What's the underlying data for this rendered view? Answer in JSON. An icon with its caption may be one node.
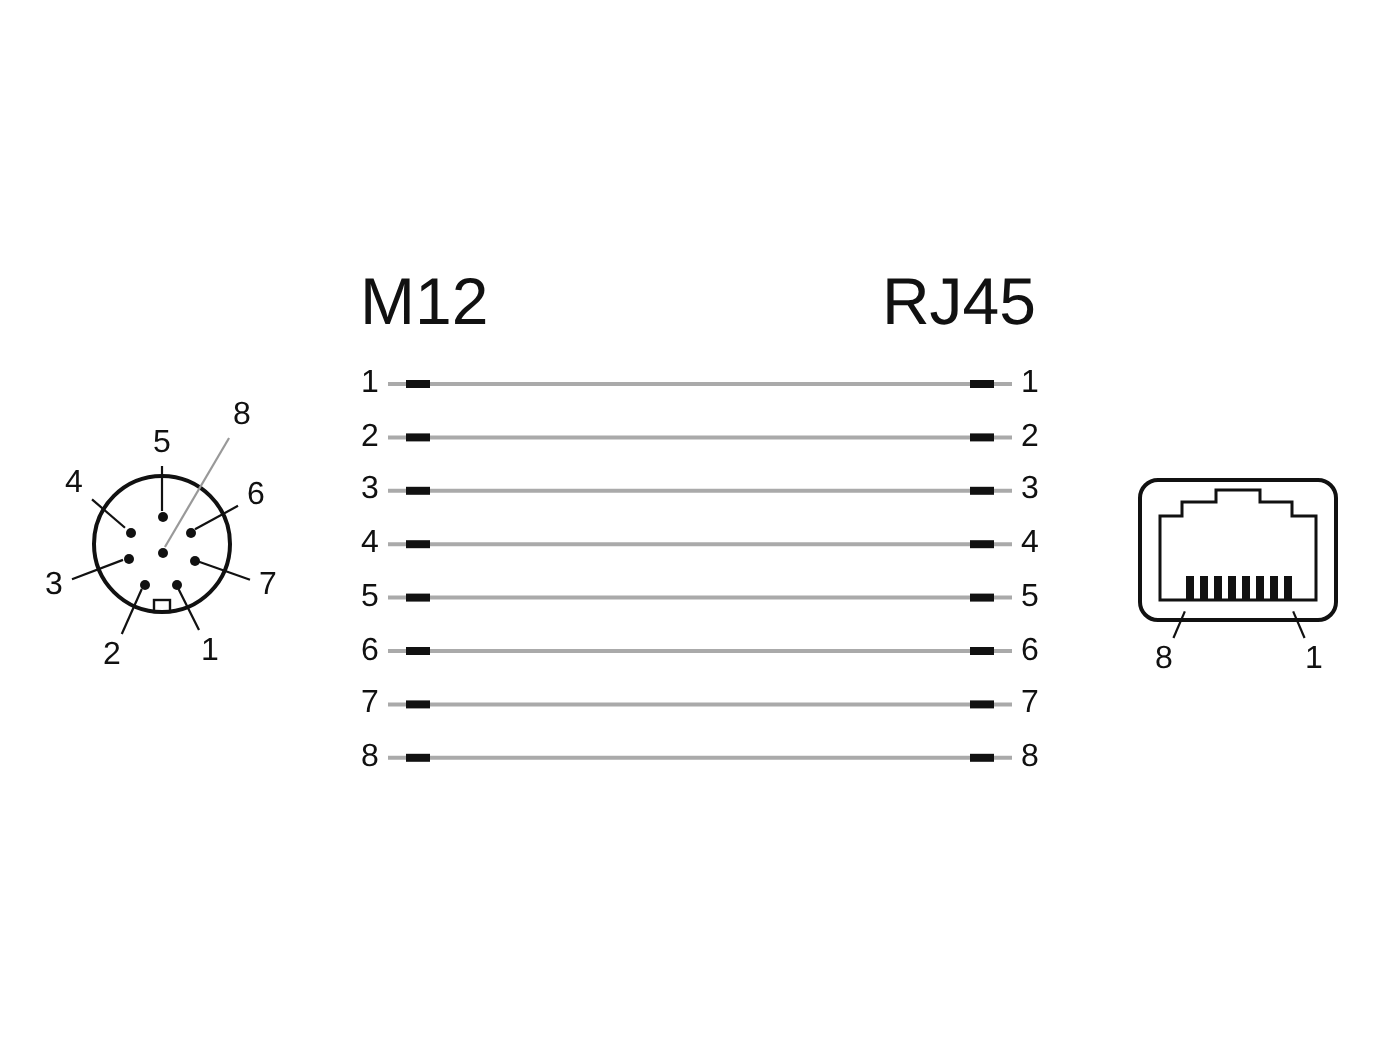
{
  "diagram": {
    "nodes": [
      {
        "text": [
          "1"
        ]
      },
      {
        "text": [
          "2"
        ]
      },
      {
        "text": [
          "3"
        ]
      },
      {
        "text": [
          "4"
        ]
      },
      {
        "text": [
          "5"
        ]
      },
      {
        "text": [
          "6"
        ]
      },
      {
        "text": [
          "7"
        ]
      },
      {
        "text": [
          "8"
        ]
      },
      {
        "text": [
          "1"
        ]
      },
      {
        "text": [
          "2"
        ]
      },
      {
        "text": [
          "3"
        ]
      },
      {
        "text": [
          "4"
        ]
      },
      {
        "text": [
          "5"
        ]
      },
      {
        "text": [
          "6"
        ]
      },
      {
        "text": [
          "7"
        ]
      },
      {
        "text": [
          "8"
        ]
      },
      {
        "text": [
          "1"
        ]
      },
      {
        "text": [
          "2"
        ]
      },
      {
        "text": [
          "3"
        ]
      },
      {
        "text": [
          "4"
        ]
      },
      {
        "text": [
          "5"
        ]
      },
      {
        "text": [
          "6"
        ]
      },
      {
        "text": [
          "7"
        ]
      },
      {
        "text": [
          "8"
        ]
      },
      {
        "text": [
          "8"
        ]
      },
      {
        "text": [
          "1"
        ]
      },
      {
        "text": [],
        "shape": "circle"
      },
      {
        "text": [],
        "shape": "circle"
      },
      {
        "text": [],
        "shape": "circle"
      },
      {
        "text": [],
        "shape": "circle"
      },
      {
        "text": [],
        "shape": "circle"
      },
      {
        "text": [],
        "shape": "circle"
      },
      {
        "text": [],
        "shape": "circle"
      },
      {
        "text": [],
        "shape": "circle"
      }
    ],
    "edges": [
      {
        "from": 0,
        "to": 8,
        "arrow": "none",
        "color": "#aaaaaa"
      },
      {
        "from": 1,
        "to": 9,
        "arrow": "none",
        "color": "#aaaaaa"
      },
      {
        "from": 2,
        "to": 10,
        "arrow": "none",
        "color": "#aaaaaa"
      },
      {
        "from": 3,
        "to": 11,
        "arrow": "none",
        "color": "#aaaaaa"
      },
      {
        "from": 4,
        "to": 12,
        "arrow": "none",
        "color": "#aaaaaa"
      },
      {
        "from": 5,
        "to": 13,
        "arrow": "none",
        "color": "#aaaaaa"
      },
      {
        "from": 6,
        "to": 14,
        "arrow": "none",
        "color": "#aaaaaa"
      },
      {
        "from": 7,
        "to": 15,
        "arrow": "none",
        "color": "#aaaaaa"
      },
      {
        "from": 16,
        "to": 26,
        "arrow": "none"
      },
      {
        "from": 17,
        "to": 27,
        "arrow": "none"
      },
      {
        "from": 18,
        "to": 28,
        "arrow": "none"
      },
      {
        "from": 19,
        "to": 29,
        "arrow": "none"
      },
      {
        "from": 20,
        "to": 30,
        "arrow": "none"
      },
      {
        "from": 21,
        "to": 31,
        "arrow": "none"
      },
      {
        "from": 22,
        "to": 32,
        "arrow": "none"
      },
      {
        "from": 23,
        "to": 33,
        "arrow": "none",
        "color": "#999999"
      },
      {
        "from": 24,
        "to": null,
        "arrow": "none"
      },
      {
        "from": 25,
        "to": null,
        "arrow": "none"
      }
    ],
    "labels": [
      "M12",
      "RJ45"
    ]
  }
}
